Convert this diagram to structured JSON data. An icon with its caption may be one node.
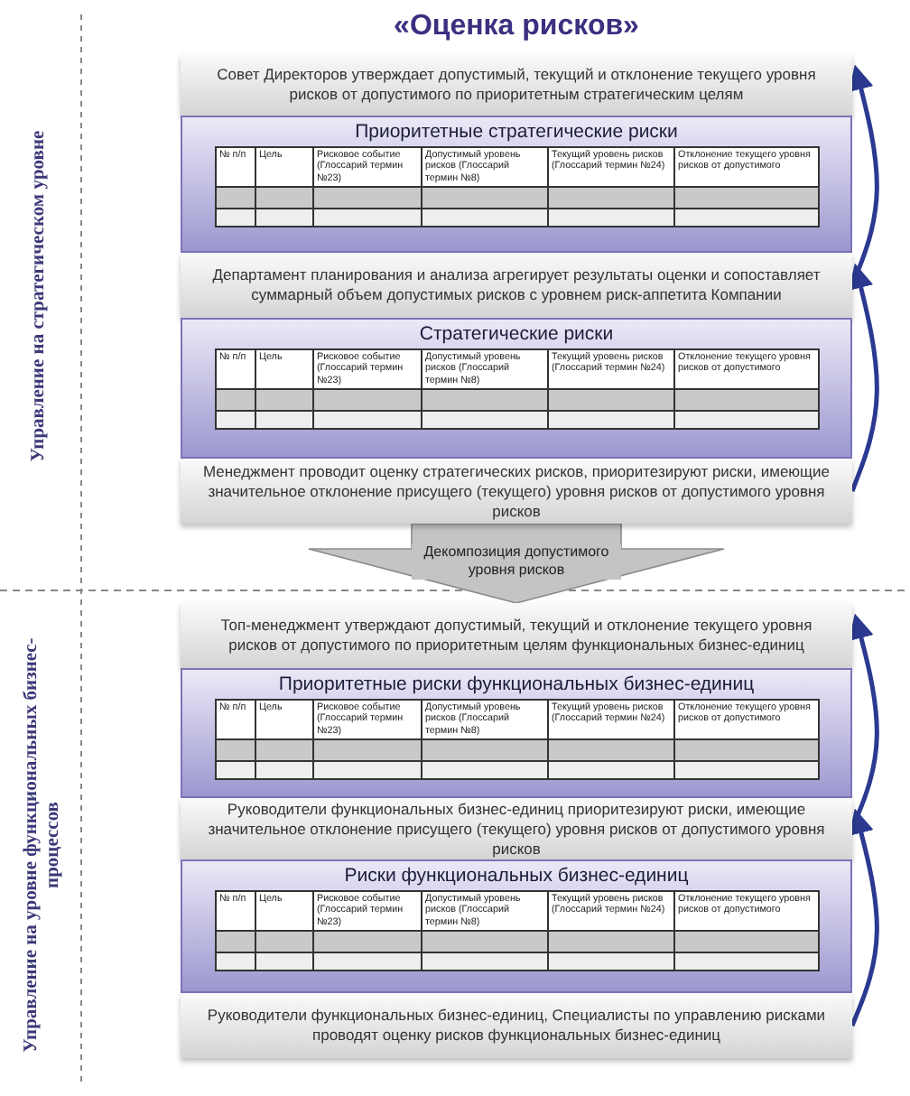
{
  "diagram": {
    "title": "«Оценка рисков»",
    "nodes": [
      {
        "text": [
          "Совет Директоров утверждает допустимый, текущий и отклонение текущего уровня рисков от допустимого по приоритетным стратегическим целям"
        ]
      },
      {
        "text": [
          "Приоритетные стратегические риски"
        ]
      },
      {
        "text": [
          "Департамент планирования и анализа агрегирует результаты оценки и сопоставляет суммарный объем допустимых рисков с уровнем риск-аппетита Компании"
        ]
      },
      {
        "text": [
          "Стратегические риски"
        ]
      },
      {
        "text": [
          "Менеджмент проводит оценку стратегических рисков, приоритезируют риски, имеющие значительное отклонение присущего (текущего) уровня рисков от допустимого уровня рисков"
        ]
      },
      {
        "text": [
          "Топ-менеджмент утверждают допустимый, текущий и отклонение текущего уровня рисков от допустимого по приоритетным целям функциональных бизнес-единиц"
        ]
      },
      {
        "text": [
          "Приоритетные риски функциональных бизнес-единиц"
        ]
      },
      {
        "text": [
          "Руководители функциональных бизнес-единиц приоритезируют риски, имеющие значительное отклонение присущего (текущего) уровня рисков от допустимого уровня рисков"
        ]
      },
      {
        "text": [
          "Риски функциональных бизнес-единиц"
        ]
      },
      {
        "text": [
          "Руководители функциональных бизнес-единиц, Специалисты по управлению рисками проводят оценку рисков функциональных бизнес-единиц"
        ]
      }
    ],
    "edges": [
      {
        "from": 2,
        "to": 0,
        "arrow": "to"
      },
      {
        "from": 4,
        "to": 2,
        "arrow": "to"
      },
      {
        "from": 4,
        "to": 5,
        "arrow": "to",
        "label": "Декомпозиция допустимого уровня рисков",
        "style": "thick",
        "color": "#c4c4c4"
      },
      {
        "from": 7,
        "to": 5,
        "arrow": "to"
      },
      {
        "from": 9,
        "to": 7,
        "arrow": "to"
      }
    ],
    "labels": [
      "Управление на стратегическом уровне",
      "Управление на уровне функциональных бизнес-процессов",
      "№ п/п",
      "Цель",
      "Рисковое событие (Глоссарий термин №23)",
      "Допустимый уровень рисков (Глоссарий термин №8)",
      "Текущий уровень рисков (Глоссарий термин №24)",
      "Отклонение текущего уровня рисков от допустимого",
      "№ п/п",
      "Цель",
      "Рисковое событие (Глоссарий термин №23)",
      "Допустимый уровень рисков (Глоссарий термин №8)",
      "Текущий уровень рисков (Глоссарий термин №24)",
      "Отклонение текущего уровня рисков от допустимого",
      "№ п/п",
      "Цель",
      "Рисковое событие (Глоссарий термин №23)",
      "Допустимый уровень рисков (Глоссарий термин №8)",
      "Текущий уровень рисков (Глоссарий термин №24)",
      "Отклонение текущего уровня рисков от допустимого",
      "№ п/п",
      "Цель",
      "Рисковое событие (Глоссарий термин №23)",
      "Допустимый уровень рисков (Глоссарий термин №8)",
      "Текущий уровень рисков (Глоссарий термин №24)",
      "Отклонение текущего уровня рисков от допустимого"
    ]
  }
}
